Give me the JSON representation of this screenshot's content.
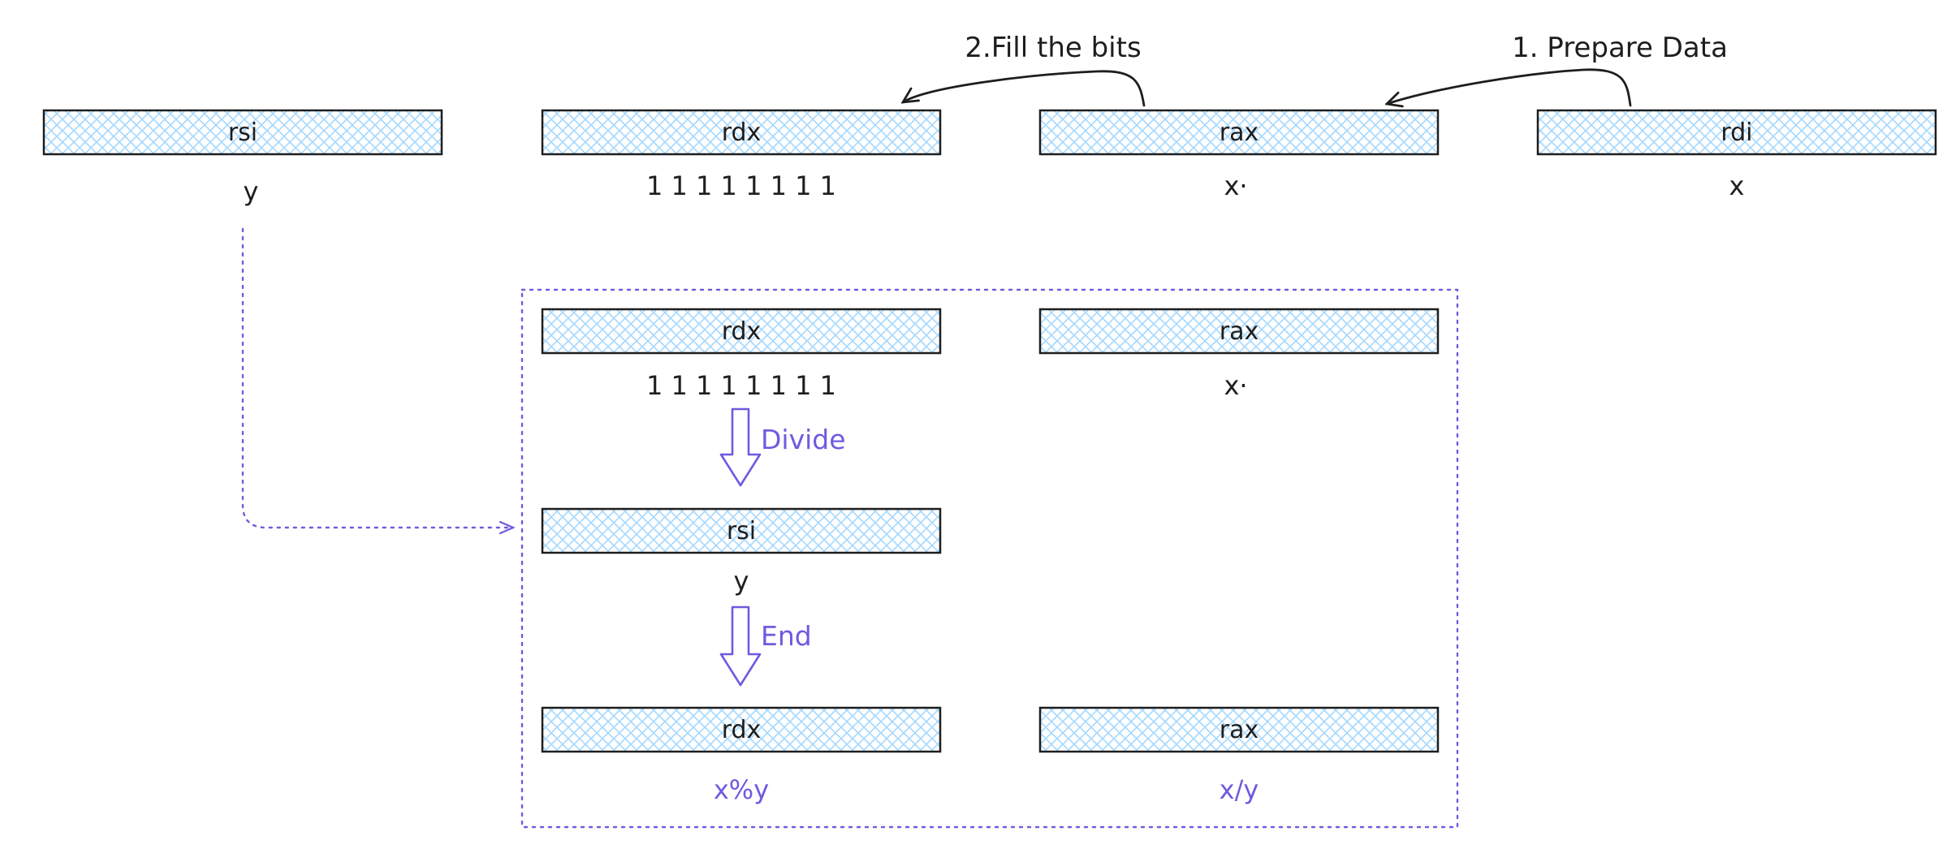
{
  "top_row": {
    "rsi": {
      "label": "rsi",
      "value": "y"
    },
    "rdx": {
      "label": "rdx",
      "value": "1 1 1 1 1 1 1 1"
    },
    "rax": {
      "label": "rax",
      "value": "x·"
    },
    "rdi": {
      "label": "rdi",
      "value": "x"
    }
  },
  "steps": {
    "prepare": "1. Prepare Data",
    "fill": "2.Fill the bits"
  },
  "group": {
    "rdx": {
      "label": "rdx",
      "value": "1 1 1 1 1 1 1 1"
    },
    "rax": {
      "label": "rax",
      "value": "x·"
    },
    "divide_label": "Divide",
    "rsi": {
      "label": "rsi",
      "value": "y"
    },
    "end_label": "End",
    "result_rdx": {
      "label": "rdx",
      "value": "x%y"
    },
    "result_rax": {
      "label": "rax",
      "value": "x/y"
    }
  },
  "colors": {
    "register_fill": "#a5d8ff",
    "stroke": "#1e1e1e",
    "accent": "#6f5ae0"
  }
}
